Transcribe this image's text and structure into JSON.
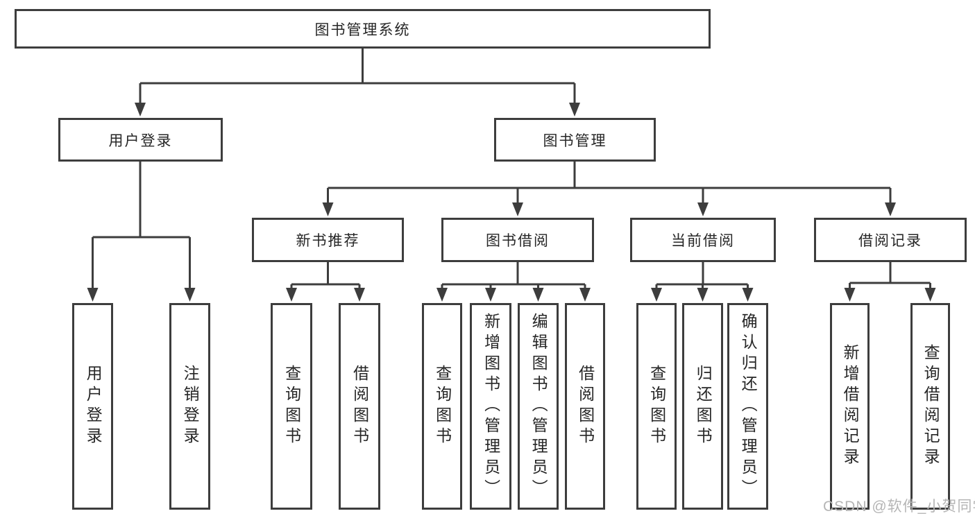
{
  "diagram": {
    "root": {
      "label": "图书管理系统"
    },
    "branches": [
      {
        "label": "用户登录",
        "children": [
          {
            "label": "用户登录"
          },
          {
            "label": "注销登录"
          }
        ]
      },
      {
        "label": "图书管理",
        "children": [
          {
            "label": "新书推荐",
            "children": [
              {
                "label": "查询图书"
              },
              {
                "label": "借阅图书"
              }
            ]
          },
          {
            "label": "图书借阅",
            "children": [
              {
                "label": "查询图书"
              },
              {
                "label": "新增图书（管理员）"
              },
              {
                "label": "编辑图书（管理员）"
              },
              {
                "label": "借阅图书"
              }
            ]
          },
          {
            "label": "当前借阅",
            "children": [
              {
                "label": "查询图书"
              },
              {
                "label": "归还图书"
              },
              {
                "label": "确认归还（管理员）"
              }
            ]
          },
          {
            "label": "借阅记录",
            "children": [
              {
                "label": "新增借阅记录"
              },
              {
                "label": "查询借阅记录"
              }
            ]
          }
        ]
      }
    ]
  },
  "watermark": {
    "text": "CSDN @软件_小贺同学"
  },
  "colors": {
    "line": "#3d3d3d",
    "text": "#262626",
    "watermark": "#b5b5b5",
    "node_background": "#ffffff"
  }
}
